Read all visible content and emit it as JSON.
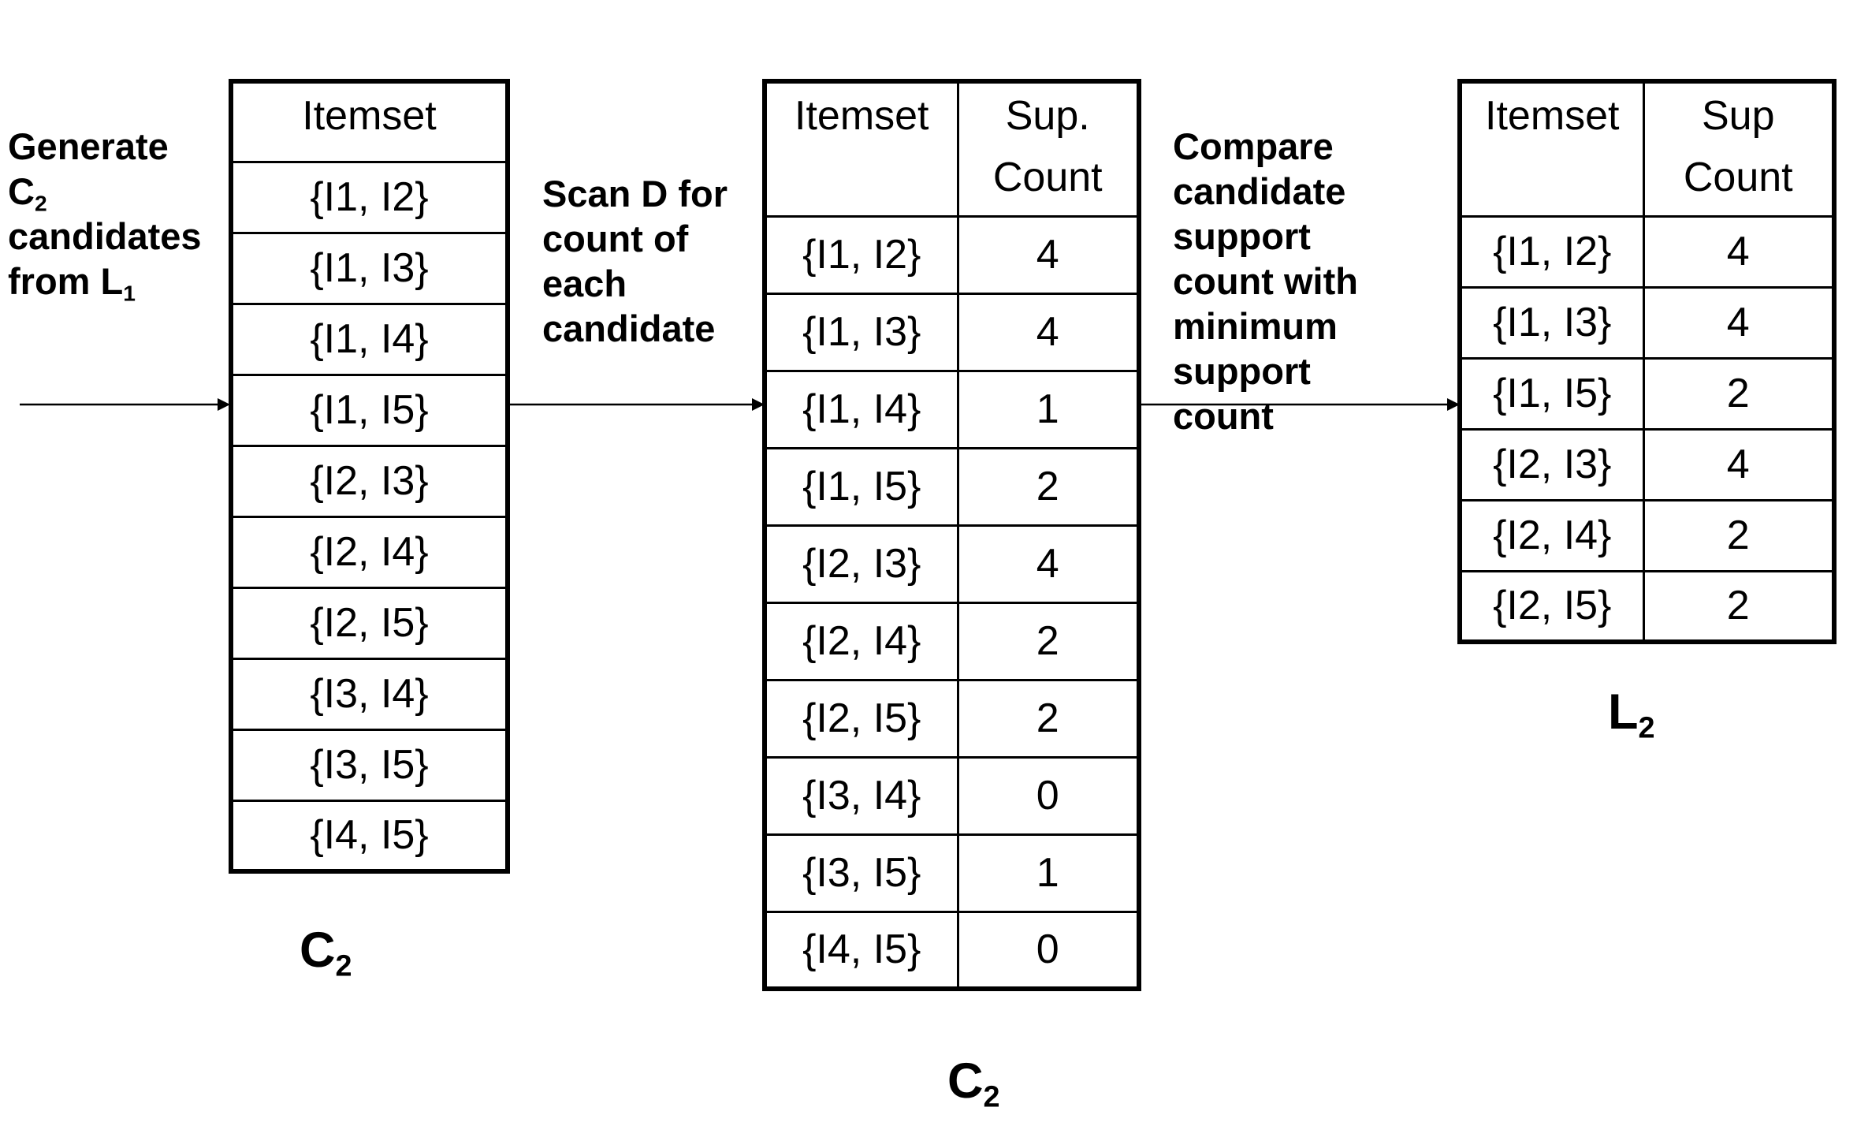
{
  "left_label": {
    "line1": "Generate",
    "line2_main": "C",
    "line2_sub": "2",
    "line3": "candidates",
    "line4_main": "from L",
    "line4_sub": "1"
  },
  "table_c2": {
    "header": "Itemset",
    "rows": [
      "{I1, I2}",
      "{I1, I3}",
      "{I1, I4}",
      "{I1, I5}",
      "{I2, I3}",
      "{I2, I4}",
      "{I2, I5}",
      "{I3, I4}",
      "{I3, I5}",
      "{I4, I5}"
    ],
    "caption_main": "C",
    "caption_sub": "2"
  },
  "middle_label": {
    "line1": "Scan D for",
    "line2": "count of",
    "line3": "each",
    "line4": "candidate"
  },
  "table_c2_counts": {
    "header_itemset": "Itemset",
    "header_count_line1": "Sup.",
    "header_count_line2": "Count",
    "rows": [
      {
        "itemset": "{I1, I2}",
        "count": "4"
      },
      {
        "itemset": "{I1, I3}",
        "count": "4"
      },
      {
        "itemset": "{I1, I4}",
        "count": "1"
      },
      {
        "itemset": "{I1, I5}",
        "count": "2"
      },
      {
        "itemset": "{I2, I3}",
        "count": "4"
      },
      {
        "itemset": "{I2, I4}",
        "count": "2"
      },
      {
        "itemset": "{I2, I5}",
        "count": "2"
      },
      {
        "itemset": "{I3, I4}",
        "count": "0"
      },
      {
        "itemset": "{I3, I5}",
        "count": "1"
      },
      {
        "itemset": "{I4, I5}",
        "count": "0"
      }
    ],
    "caption_main": "C",
    "caption_sub": "2"
  },
  "right_label": {
    "line1": "Compare",
    "line2": "candidate",
    "line3": "support",
    "line4": "count with",
    "line5": "minimum",
    "line6": "support",
    "line7": "count"
  },
  "table_l2": {
    "header_itemset": "Itemset",
    "header_count_line1": "Sup",
    "header_count_line2": "Count",
    "rows": [
      {
        "itemset": "{I1, I2}",
        "count": "4"
      },
      {
        "itemset": "{I1, I3}",
        "count": "4"
      },
      {
        "itemset": "{I1, I5}",
        "count": "2"
      },
      {
        "itemset": "{I2, I3}",
        "count": "4"
      },
      {
        "itemset": "{I2, I4}",
        "count": "2"
      },
      {
        "itemset": "{I2, I5}",
        "count": "2"
      }
    ],
    "caption_main": "L",
    "caption_sub": "2"
  }
}
